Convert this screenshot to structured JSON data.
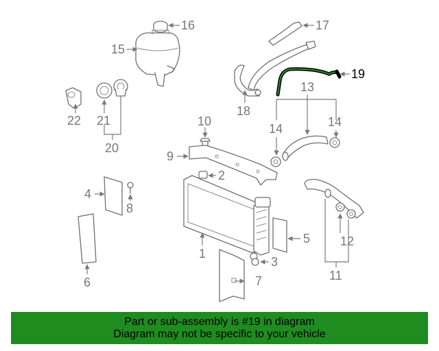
{
  "diagram": {
    "highlighted_part": "19",
    "colors": {
      "highlight": "#2f8a2f",
      "banner_background": "#1f8c1f",
      "line_art": "#6f6f6f",
      "callout_text": "#777777"
    },
    "callouts": {
      "c1": "1",
      "c2": "2",
      "c3": "3",
      "c4": "4",
      "c5": "5",
      "c6": "6",
      "c7": "7",
      "c8": "8",
      "c9": "9",
      "c10": "10",
      "c11": "11",
      "c12": "12",
      "c13": "13",
      "c14a": "14",
      "c14b": "14",
      "c15": "15",
      "c16": "16",
      "c17": "17",
      "c18": "18",
      "c19": "19",
      "c20": "20",
      "c21": "21",
      "c22": "22"
    }
  },
  "banner": {
    "line1": "Part or sub-assembly is #19 in diagram",
    "line2": "Diagram may not be specific to your vehicle"
  }
}
